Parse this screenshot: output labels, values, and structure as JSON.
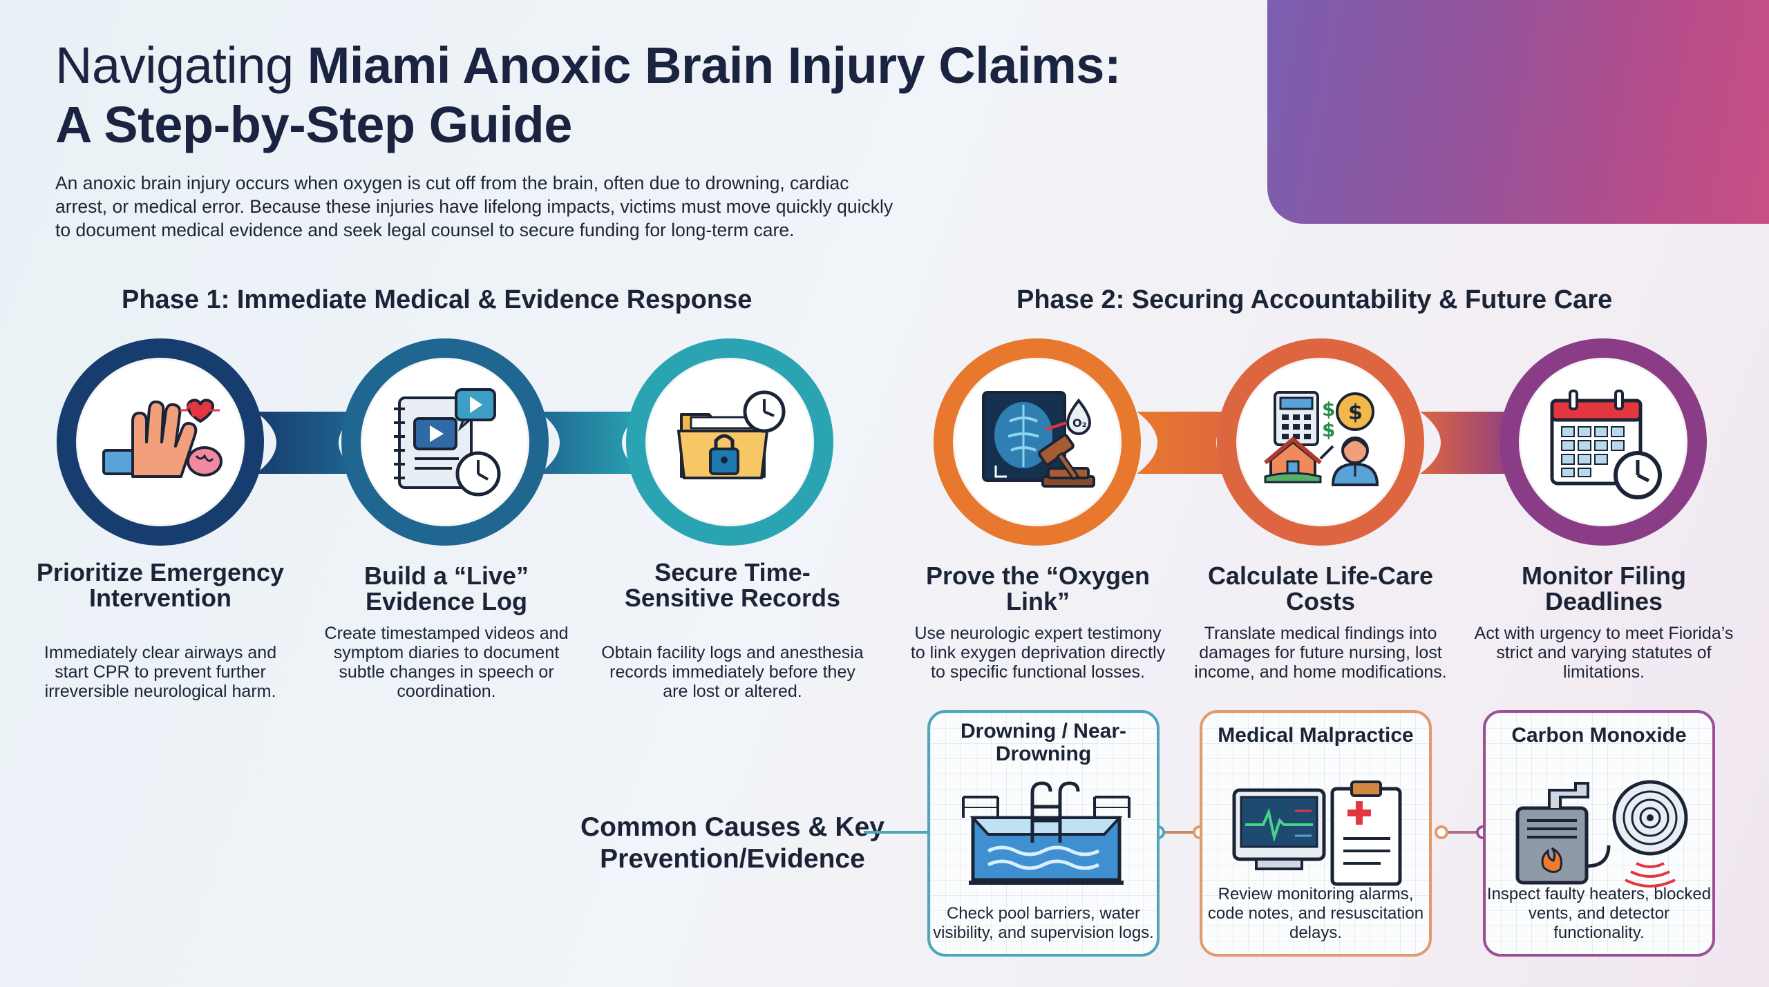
{
  "title": {
    "light": "Navigating ",
    "bold_line1": "Miami Anoxic Brain Injury Claims:",
    "line2": "A Step-by-Step Guide"
  },
  "intro": "An anoxic brain injury occurs when oxygen is cut off from the brain, often due to drowning, cardiac arrest, or medical error. Because these injuries have lifelong impacts, victims must move quickly quickly to document medical evidence and seek legal counsel to secure funding for long-term care.",
  "phase1": {
    "title": "Phase 1: Immediate Medical & Evidence Response",
    "steps": [
      {
        "title": "Prioritize Emergency Intervention",
        "desc": "Immediately clear airways and start CPR to prevent further irreversible neurological harm.",
        "icon": "hands-heart-brain-icon",
        "color": "#173d6e"
      },
      {
        "title": "Build a “Live” Evidence Log",
        "desc": "Create timestamped videos and symptom diaries to document subtle changes in speech or coordination.",
        "icon": "notebook-video-clock-icon",
        "color": "#1f6691"
      },
      {
        "title": "Secure Time-Sensitive Records",
        "desc": "Obtain facility logs and anesthesia records immediately before they are lost or altered.",
        "icon": "folder-lock-clock-icon",
        "color": "#2aa4b3"
      }
    ]
  },
  "phase2": {
    "title": "Phase 2: Securing Accountability & Future Care",
    "steps": [
      {
        "title": "Prove the “Oxygen Link”",
        "desc": "Use neurologic expert testimony to link exygen deprivation directly to specific functional losses.",
        "icon": "brain-scan-gavel-icon",
        "color": "#e8782d",
        "o2_label": "O₂"
      },
      {
        "title": "Calculate Life-Care Costs",
        "desc": "Translate medical findings into damages for future nursing, lost income, and home modifications.",
        "icon": "calculator-house-nurse-icon",
        "color": "#dd6640"
      },
      {
        "title": "Monitor Filing Deadlines",
        "desc": "Act with urgency to meet Fiorida’s strict and varying statutes of limitations.",
        "icon": "calendar-clock-icon",
        "color": "#8a3d86"
      }
    ]
  },
  "causes": {
    "label": "Common Causes & Key Prevention/Evidence",
    "cards": [
      {
        "title": "Drowning / Near-Drowning",
        "desc": "Check pool barriers, water visibility, and supervision logs.",
        "icon": "pool-icon",
        "color": "#4da7b8"
      },
      {
        "title": "Medical Malpractice",
        "desc": "Review monitoring alarms, code notes, and resuscitation delays.",
        "icon": "monitor-clipboard-icon",
        "color": "#e39a6a"
      },
      {
        "title": "Carbon Monoxide",
        "desc": "Inspect faulty heaters, blocked vents, and detector functionality.",
        "icon": "heater-detector-icon",
        "color": "#9a4f97"
      }
    ]
  }
}
